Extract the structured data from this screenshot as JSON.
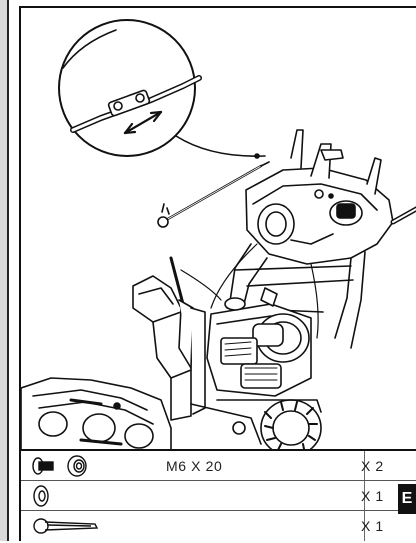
{
  "parts": [
    {
      "icons": [
        "bolt-icon",
        "nut-icon"
      ],
      "spec": "M6 X 20",
      "qty": "X 2"
    },
    {
      "icons": [
        "washer-icon"
      ],
      "spec": "",
      "qty": "X 1"
    },
    {
      "icons": [
        "hairpin-cotter-icon"
      ],
      "spec": "",
      "qty": "X 1"
    }
  ],
  "edge_tab": {
    "label": "E"
  },
  "colors": {
    "line": "#111111",
    "page": "#ffffff",
    "tab": "#111111"
  }
}
